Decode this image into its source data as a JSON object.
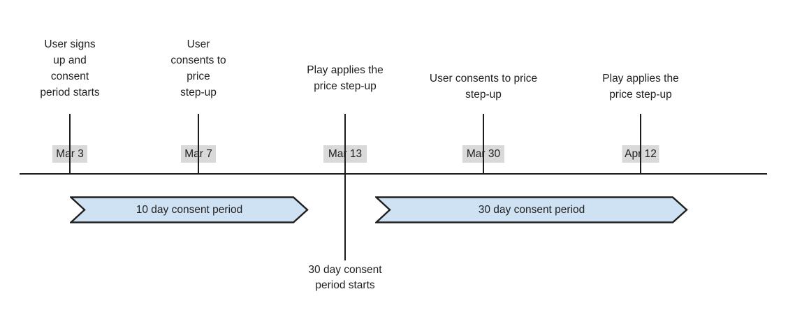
{
  "colors": {
    "line": "#1c1c1c",
    "text": "#1f1f1f",
    "date-bg": "#d9d9d9",
    "banner-fill": "#cfe2f3",
    "banner-border": "#1f1f1f"
  },
  "events": [
    {
      "label": "User signs\nup and\nconsent\nperiod starts",
      "date": "Mar 3"
    },
    {
      "label": "User\nconsents to\nprice\nstep-up",
      "date": "Mar 7"
    },
    {
      "label": "Play applies the\nprice step-up",
      "date": "Mar 13"
    },
    {
      "label": "User consents to price\nstep-up",
      "date": "Mar 30"
    },
    {
      "label": "Play applies the\nprice step-up",
      "date": "Apr 12"
    }
  ],
  "periods": [
    {
      "label": "10 day consent period"
    },
    {
      "label": "30 day consent period"
    }
  ],
  "footnote": "30 day consent\nperiod starts"
}
